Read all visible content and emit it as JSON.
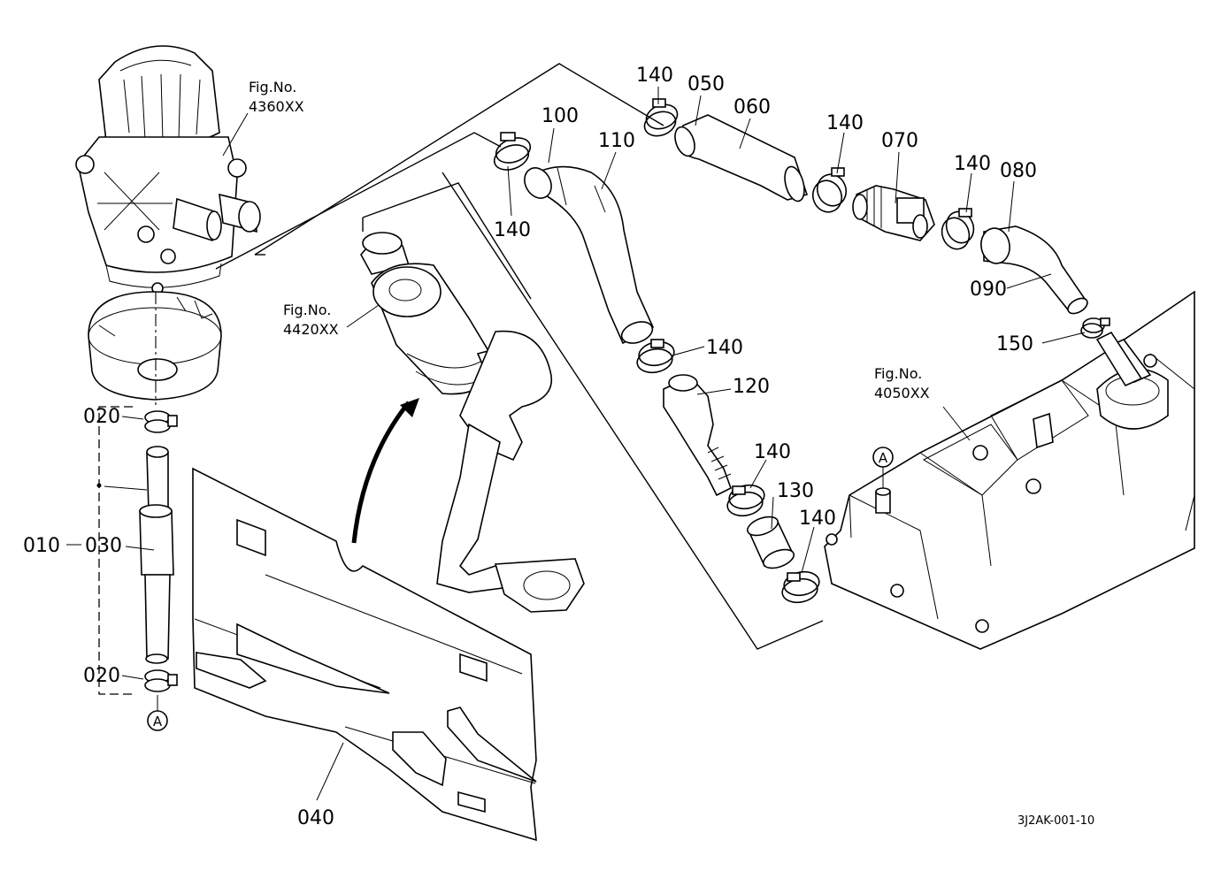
{
  "figure_refs": {
    "top_left": {
      "line1": "Fig.No.",
      "line2": "4360XX"
    },
    "center": {
      "line1": "Fig.No.",
      "line2": "4420XX"
    },
    "right": {
      "line1": "Fig.No.",
      "line2": "4050XX"
    }
  },
  "part_labels": {
    "p010": "010",
    "p020_top": "020",
    "p020_bottom": "020",
    "p030": "030",
    "p040": "040",
    "p050": "050",
    "p060": "060",
    "p070": "070",
    "p080": "080",
    "p090": "090",
    "p100": "100",
    "p110": "110",
    "p120": "120",
    "p130": "130",
    "p150": "150",
    "p140": [
      "140",
      "140",
      "140",
      "140",
      "140",
      "140",
      "140"
    ]
  },
  "markers": {
    "a_left": "A",
    "a_right": "A"
  },
  "drawing_code": "3J2AK-001-10"
}
